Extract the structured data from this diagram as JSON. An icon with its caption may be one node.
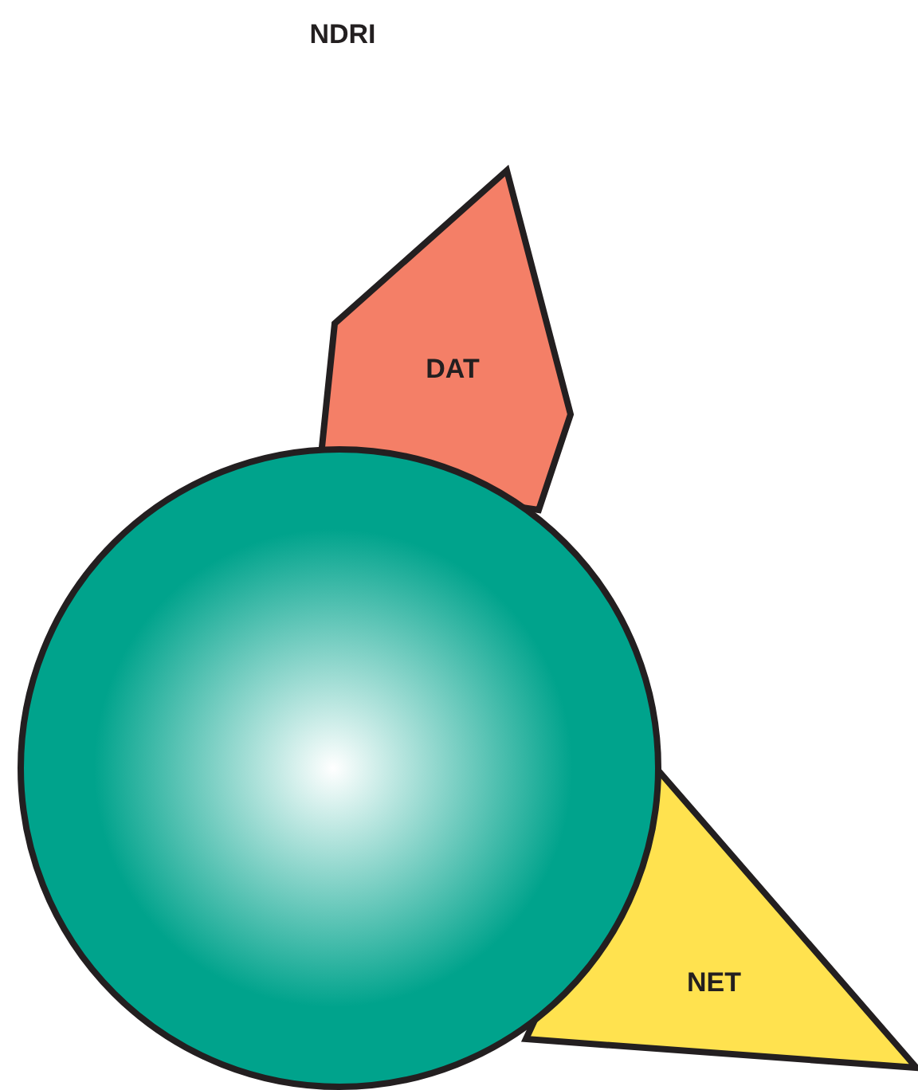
{
  "diagram": {
    "title": "NDRI",
    "nodes": [
      {
        "text": [
          "DAT"
        ]
      },
      {
        "text": [],
        "shape": "circle"
      },
      {
        "text": [
          "NET"
        ]
      }
    ]
  }
}
